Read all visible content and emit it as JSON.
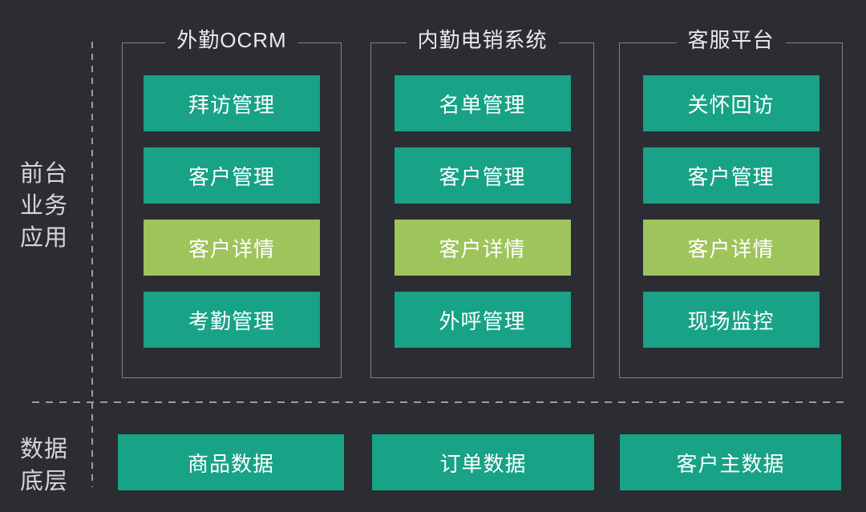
{
  "colors": {
    "background": "#2b2d33",
    "module_teal": "#18a286",
    "module_highlight_green": "#9ec45c",
    "group_border": "#7e8184",
    "dashed_line": "#9b9ea1",
    "side_label_text": "#d5d6d8",
    "group_title_text": "#e9eaeb",
    "module_text": "#ffffff"
  },
  "side_labels": {
    "front_office": {
      "lines": [
        "前台",
        "业务",
        "应用"
      ]
    },
    "data_layer": {
      "lines": [
        "数据",
        "底层"
      ]
    }
  },
  "groups": [
    {
      "title": "外勤OCRM",
      "modules": [
        {
          "label": "拜访管理",
          "highlight": false
        },
        {
          "label": "客户管理",
          "highlight": false
        },
        {
          "label": "客户详情",
          "highlight": true
        },
        {
          "label": "考勤管理",
          "highlight": false
        }
      ]
    },
    {
      "title": "内勤电销系统",
      "modules": [
        {
          "label": "名单管理",
          "highlight": false
        },
        {
          "label": "客户管理",
          "highlight": false
        },
        {
          "label": "客户详情",
          "highlight": true
        },
        {
          "label": "外呼管理",
          "highlight": false
        }
      ]
    },
    {
      "title": "客服平台",
      "modules": [
        {
          "label": "关怀回访",
          "highlight": false
        },
        {
          "label": "客户管理",
          "highlight": false
        },
        {
          "label": "客户详情",
          "highlight": true
        },
        {
          "label": "现场监控",
          "highlight": false
        }
      ]
    }
  ],
  "data_layer_modules": [
    {
      "label": "商品数据"
    },
    {
      "label": "订单数据"
    },
    {
      "label": "客户主数据"
    }
  ]
}
